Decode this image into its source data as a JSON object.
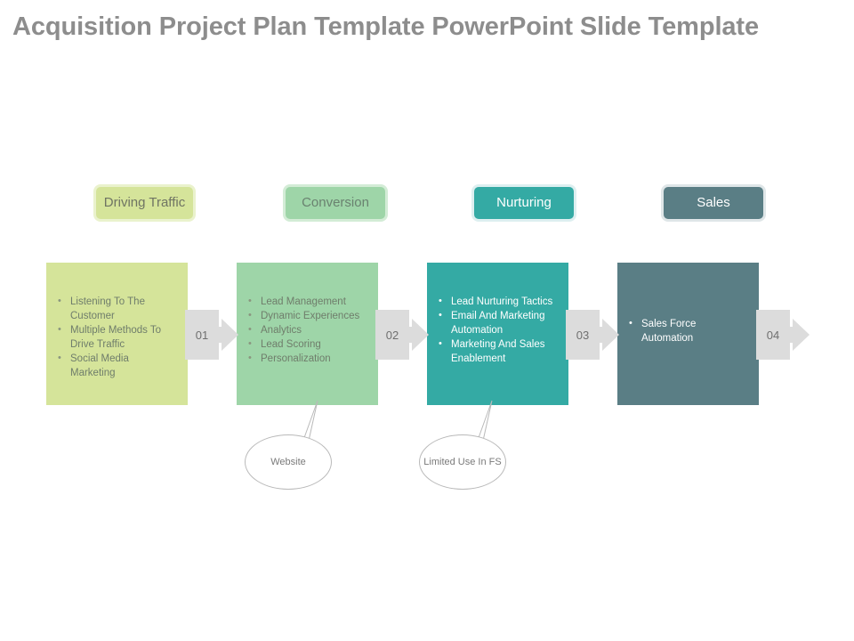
{
  "slide": {
    "title": "Acquisition Project Plan Template PowerPoint Slide Template",
    "background": "#ffffff",
    "title_color": "#8d8d8d"
  },
  "stages": [
    {
      "id": "driving-traffic",
      "header_label": "Driving Traffic",
      "number": "01",
      "fill": "#d5e49a",
      "border": "#eaf2cd",
      "text_color": "#6f7463",
      "bullets": [
        "Listening To The Customer",
        "Multiple Methods To Drive Traffic",
        "Social Media Marketing"
      ]
    },
    {
      "id": "conversion",
      "header_label": "Conversion",
      "number": "02",
      "fill": "#9ed5a8",
      "border": "#d3ecd6",
      "text_color": "#6a8270",
      "bullets": [
        "Lead Management",
        "Dynamic Experiences",
        "Analytics",
        "Lead Scoring",
        "Personalization"
      ]
    },
    {
      "id": "nurturing",
      "header_label": "Nurturing",
      "number": "03",
      "fill": "#34aaa4",
      "border": "#ddeff0",
      "text_color": "#ffffff",
      "bullets": [
        "Lead Nurturing Tactics",
        "Email And Marketing Automation",
        "Marketing And Sales Enablement"
      ]
    },
    {
      "id": "sales",
      "header_label": "Sales",
      "number": "04",
      "fill": "#5a7e85",
      "border": "#dfe6e8",
      "text_color": "#ffffff",
      "bullets": [
        "Sales Force Automation"
      ]
    }
  ],
  "connectors": [
    {
      "number": "01",
      "color": "#dcdcdc"
    },
    {
      "number": "02",
      "color": "#dcdcdc"
    },
    {
      "number": "03",
      "color": "#dcdcdc"
    },
    {
      "number": "04",
      "color": "#dcdcdc"
    }
  ],
  "callouts": [
    {
      "id": "callout-website",
      "text": "Website",
      "attached_to": "conversion"
    },
    {
      "id": "callout-limited-use",
      "text": "Limited Use In FS",
      "attached_to": "nurturing"
    }
  ]
}
